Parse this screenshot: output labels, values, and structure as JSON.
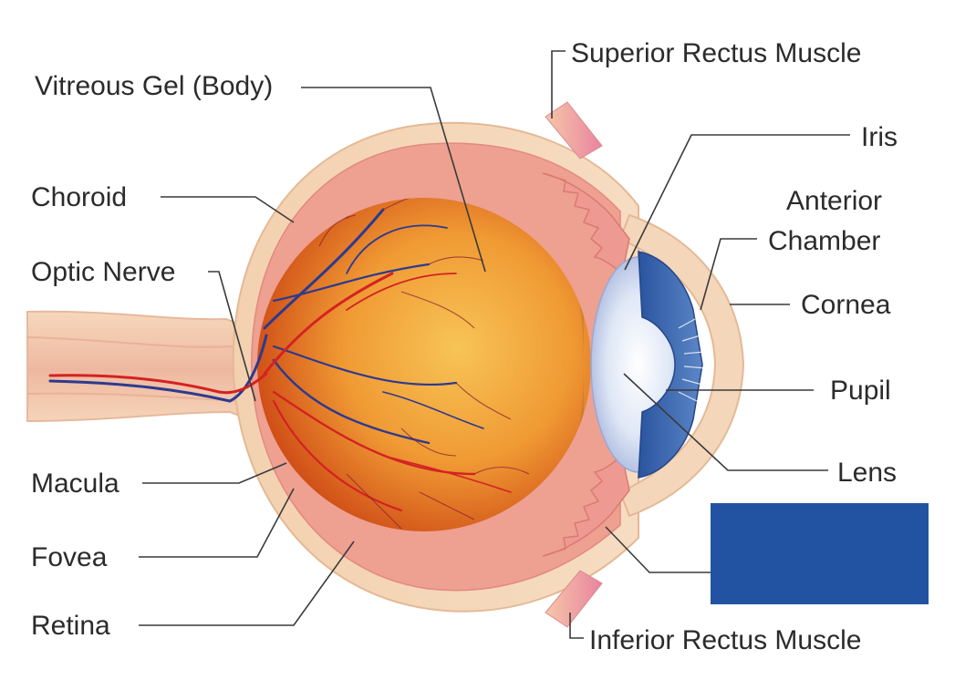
{
  "diagram": {
    "labels": {
      "vitreous": "Vitreous Gel (Body)",
      "choroid": "Choroid",
      "optic_nerve": "Optic Nerve",
      "macula": "Macula",
      "fovea": "Fovea",
      "retina": "Retina",
      "superior_rectus": "Superior Rectus Muscle",
      "iris": "Iris",
      "anterior_chamber_1": "Anterior",
      "anterior_chamber_2": "Chamber",
      "cornea": "Cornea",
      "pupil": "Pupil",
      "lens": "Lens",
      "inferior_rectus": "Inferior Rectus Muscle"
    },
    "colors": {
      "sclera": "#f3d3b2",
      "choroid": "#ec9e93",
      "globe_center": "#f6b444",
      "globe_edge": "#d55418",
      "ciliary": "#ee9a92",
      "lens": "#e4ebf8",
      "iris": "#3b67b0",
      "blue_box": "#2253a3",
      "vessel_blue": "#2d3a8f",
      "vessel_red": "#d42222"
    }
  }
}
